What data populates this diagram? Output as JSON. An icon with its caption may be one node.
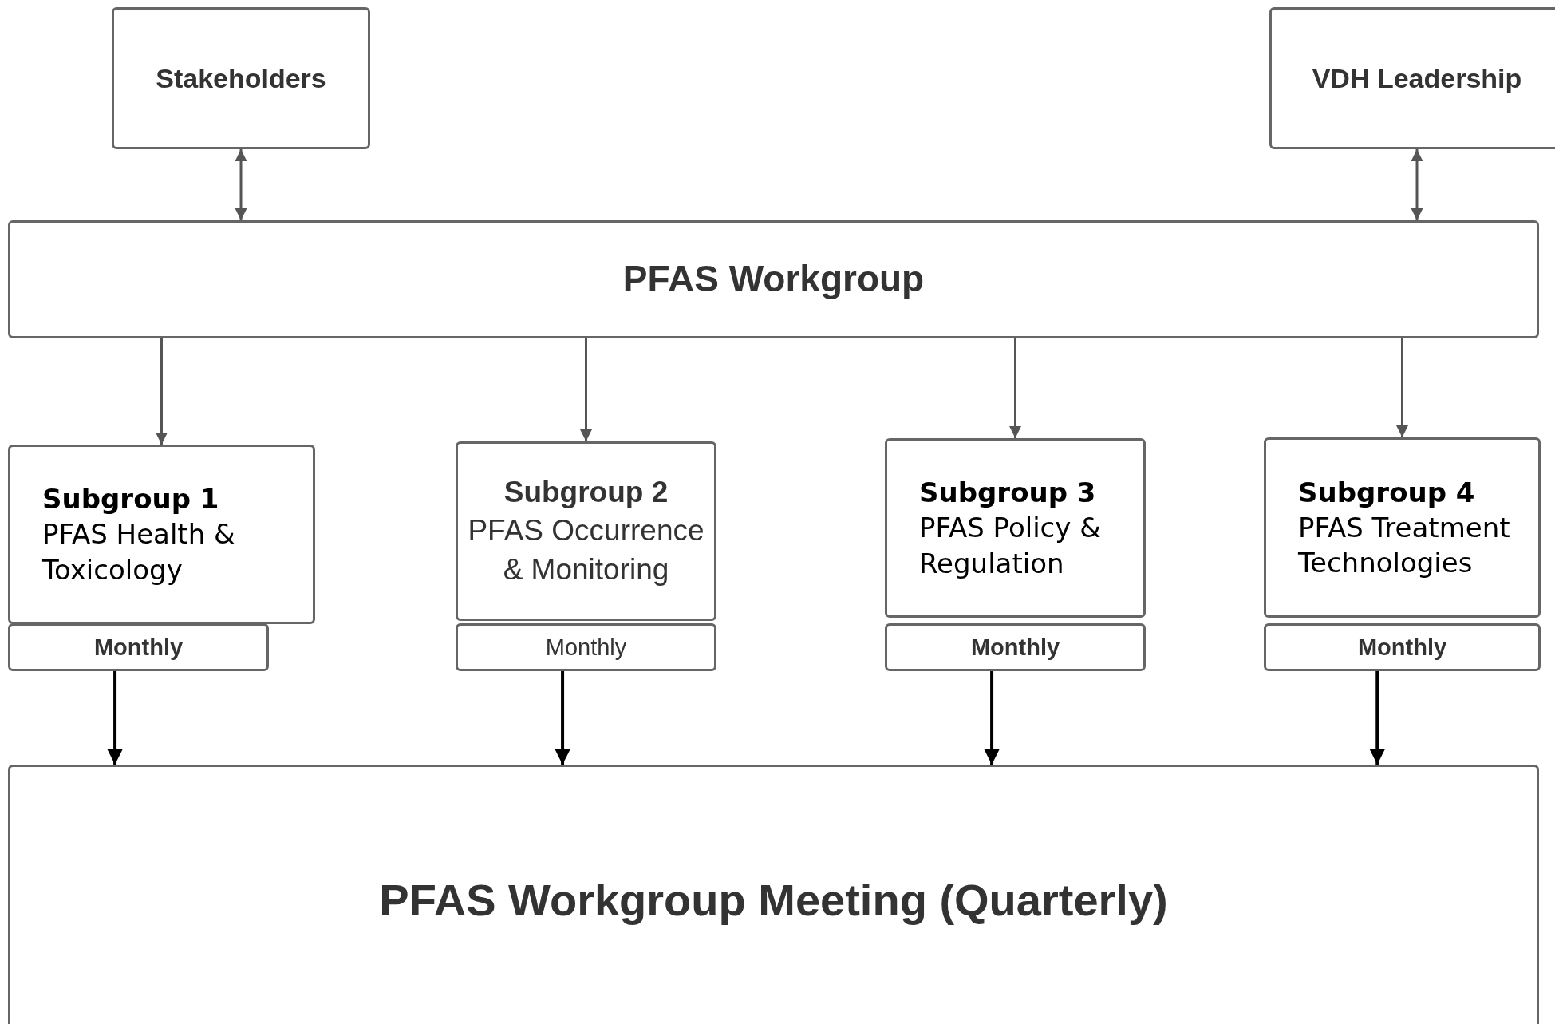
{
  "diagram": {
    "nodes": [
      {
        "text": [
          "Stakeholders"
        ]
      },
      {
        "text": [
          "VDH Leadership"
        ]
      },
      {
        "text": [
          "PFAS Workgroup"
        ]
      },
      {
        "text": [
          "Subgroup 1",
          "PFAS Health & Toxicology"
        ]
      },
      {
        "text": [
          "Monthly"
        ]
      },
      {
        "text": [
          "Subgroup 2",
          "PFAS Occurrence & Monitoring"
        ]
      },
      {
        "text": [
          "Monthly"
        ]
      },
      {
        "text": [
          "Subgroup 3",
          "PFAS Policy & Regulation"
        ]
      },
      {
        "text": [
          "Monthly"
        ]
      },
      {
        "text": [
          "Subgroup 4",
          "PFAS Treatment Technologies"
        ]
      },
      {
        "text": [
          "Monthly"
        ]
      },
      {
        "text": [
          "PFAS Workgroup Meeting (Quarterly)"
        ]
      }
    ],
    "edges": [
      {
        "from": 0,
        "to": 2,
        "arrow": "both"
      },
      {
        "from": 1,
        "to": 2,
        "arrow": "both"
      },
      {
        "from": 2,
        "to": 3,
        "arrow": "to"
      },
      {
        "from": 2,
        "to": 5,
        "arrow": "to"
      },
      {
        "from": 2,
        "to": 7,
        "arrow": "to"
      },
      {
        "from": 2,
        "to": 9,
        "arrow": "to"
      },
      {
        "from": 4,
        "to": 11,
        "arrow": "to",
        "color": "#000000"
      },
      {
        "from": 6,
        "to": 11,
        "arrow": "to",
        "color": "#000000"
      },
      {
        "from": 8,
        "to": 11,
        "arrow": "to",
        "color": "#000000"
      },
      {
        "from": 10,
        "to": 11,
        "arrow": "to",
        "color": "#000000"
      }
    ]
  }
}
